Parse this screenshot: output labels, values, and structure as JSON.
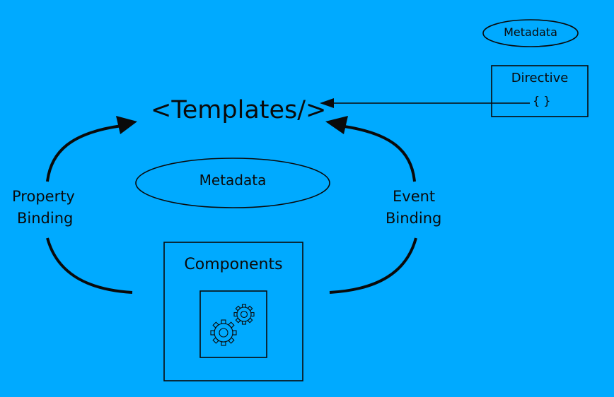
{
  "templates_label": "<Templates/>",
  "metadata_center_label": "Metadata",
  "metadata_top_label": "Metadata",
  "directive": {
    "title": "Directive",
    "brace": "{ }"
  },
  "property_binding": {
    "line1": "Property",
    "line2": "Binding"
  },
  "event_binding": {
    "line1": "Event",
    "line2": "Binding"
  },
  "components_label": "Components",
  "icons": {
    "components": "gears-icon"
  },
  "colors": {
    "background": "#00aaff",
    "stroke": "#0a0a0a"
  }
}
